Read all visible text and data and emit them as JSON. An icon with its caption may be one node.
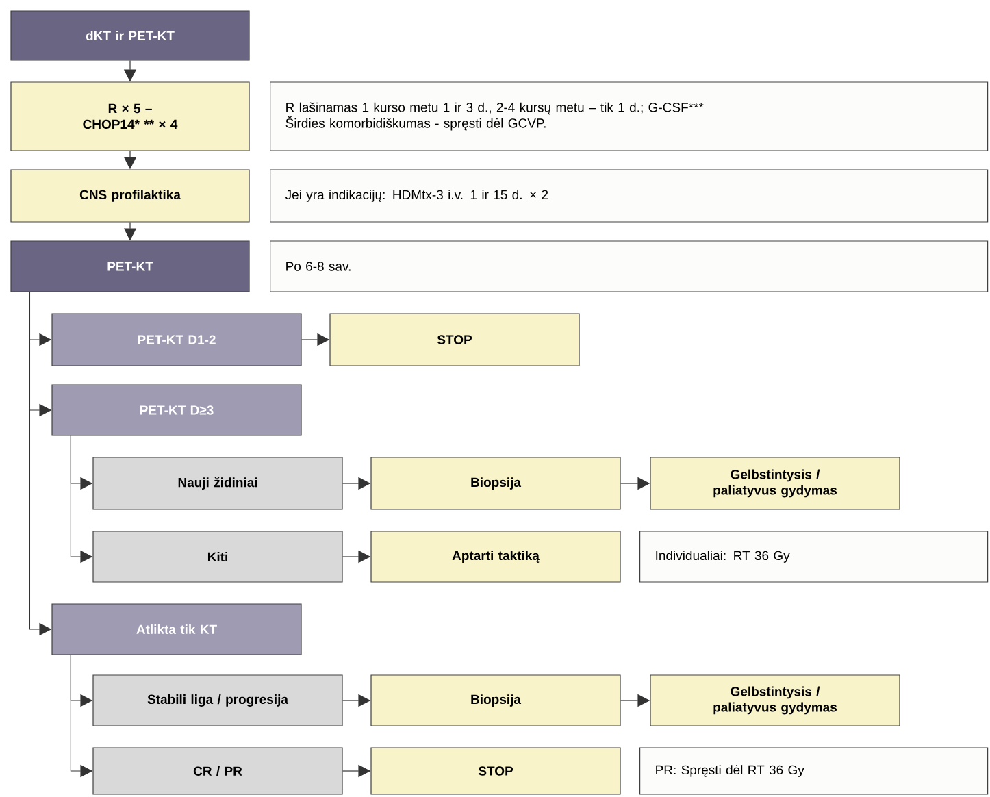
{
  "diagram": {
    "nodes": [
      {
        "text": [
          "dKT ir PET-KT"
        ]
      },
      {
        "text": [
          "R × 5 – CHOP14* ** × 4"
        ]
      },
      {
        "text": [
          "R lašinamas 1 kurso metu 1 ir 3 d., 2-4 kursų metu – tik 1 d.;    G-CSF***",
          "Širdies komorbidiškumas - spręsti dėl GCVP."
        ]
      },
      {
        "text": [
          "CNS profilaktika"
        ]
      },
      {
        "text": [
          "Jei yra indikacijų: HDMtx-3 i.v. 1 ir 15 d. × 2"
        ]
      },
      {
        "text": [
          "PET-KT"
        ]
      },
      {
        "text": [
          "Po 6-8 sav."
        ]
      },
      {
        "text": [
          "PET-KT D1-2"
        ]
      },
      {
        "text": [
          "STOP"
        ]
      },
      {
        "text": [
          "PET-KT D≥3"
        ]
      },
      {
        "text": [
          "Nauji židiniai"
        ]
      },
      {
        "text": [
          "Biopsija"
        ]
      },
      {
        "text": [
          "Gelbstintysis / paliatyvus gydymas"
        ]
      },
      {
        "text": [
          "Kiti"
        ]
      },
      {
        "text": [
          "Aptarti taktiką"
        ]
      },
      {
        "text": [
          "Individualiai: RT 36 Gy"
        ]
      },
      {
        "text": [
          "Atlikta tik KT"
        ]
      },
      {
        "text": [
          "Stabili liga / progresija"
        ]
      },
      {
        "text": [
          "Biopsija"
        ]
      },
      {
        "text": [
          "Gelbstintysis / paliatyvus gydymas"
        ]
      },
      {
        "text": [
          "CR / PR"
        ]
      },
      {
        "text": [
          "STOP"
        ]
      },
      {
        "text": [
          "PR: Spręsti dėl RT 36 Gy"
        ]
      }
    ],
    "edges": [
      {
        "from": 0,
        "to": 1,
        "arrow": "to"
      },
      {
        "from": 1,
        "to": 3,
        "arrow": "to"
      },
      {
        "from": 3,
        "to": 5,
        "arrow": "to"
      },
      {
        "from": 5,
        "to": 7,
        "arrow": "to"
      },
      {
        "from": 5,
        "to": 9,
        "arrow": "to"
      },
      {
        "from": 5,
        "to": 16,
        "arrow": "to"
      },
      {
        "from": 7,
        "to": 8,
        "arrow": "to"
      },
      {
        "from": 9,
        "to": 10,
        "arrow": "to"
      },
      {
        "from": 9,
        "to": 13,
        "arrow": "to"
      },
      {
        "from": 10,
        "to": 11,
        "arrow": "to"
      },
      {
        "from": 11,
        "to": 12,
        "arrow": "to"
      },
      {
        "from": 13,
        "to": 14,
        "arrow": "to"
      },
      {
        "from": 16,
        "to": 17,
        "arrow": "to"
      },
      {
        "from": 16,
        "to": 20,
        "arrow": "to"
      },
      {
        "from": 17,
        "to": 18,
        "arrow": "to"
      },
      {
        "from": 18,
        "to": 19,
        "arrow": "to"
      },
      {
        "from": 20,
        "to": 21,
        "arrow": "to"
      }
    ]
  }
}
